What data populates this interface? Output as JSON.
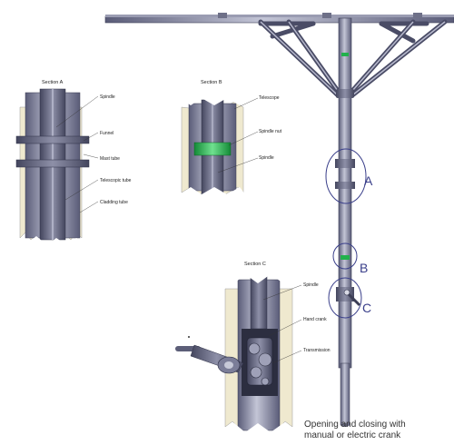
{
  "sections": {
    "a": {
      "title": "Section A",
      "labels": [
        "Spindle",
        "Funnel",
        "Mast tube",
        "Telescopic tube",
        "Cladding tube"
      ]
    },
    "b": {
      "title": "Section B",
      "labels": [
        "Telescope",
        "Spindle nut",
        "Spindle"
      ]
    },
    "c": {
      "title": "Section C",
      "labels": [
        "Spindle",
        "Hand crank",
        "Transmission"
      ]
    }
  },
  "markers": {
    "a": "A",
    "b": "B",
    "c": "C"
  },
  "caption": {
    "line1": "Opening and closing with",
    "line2": "manual or electric crank"
  },
  "colors": {
    "steel": "#7d7f9a",
    "steel_light": "#b4b6c8",
    "steel_dark": "#4c4e66",
    "cream": "#efe9cf",
    "green": "#22b14c",
    "outline": "#3a3f8a"
  }
}
